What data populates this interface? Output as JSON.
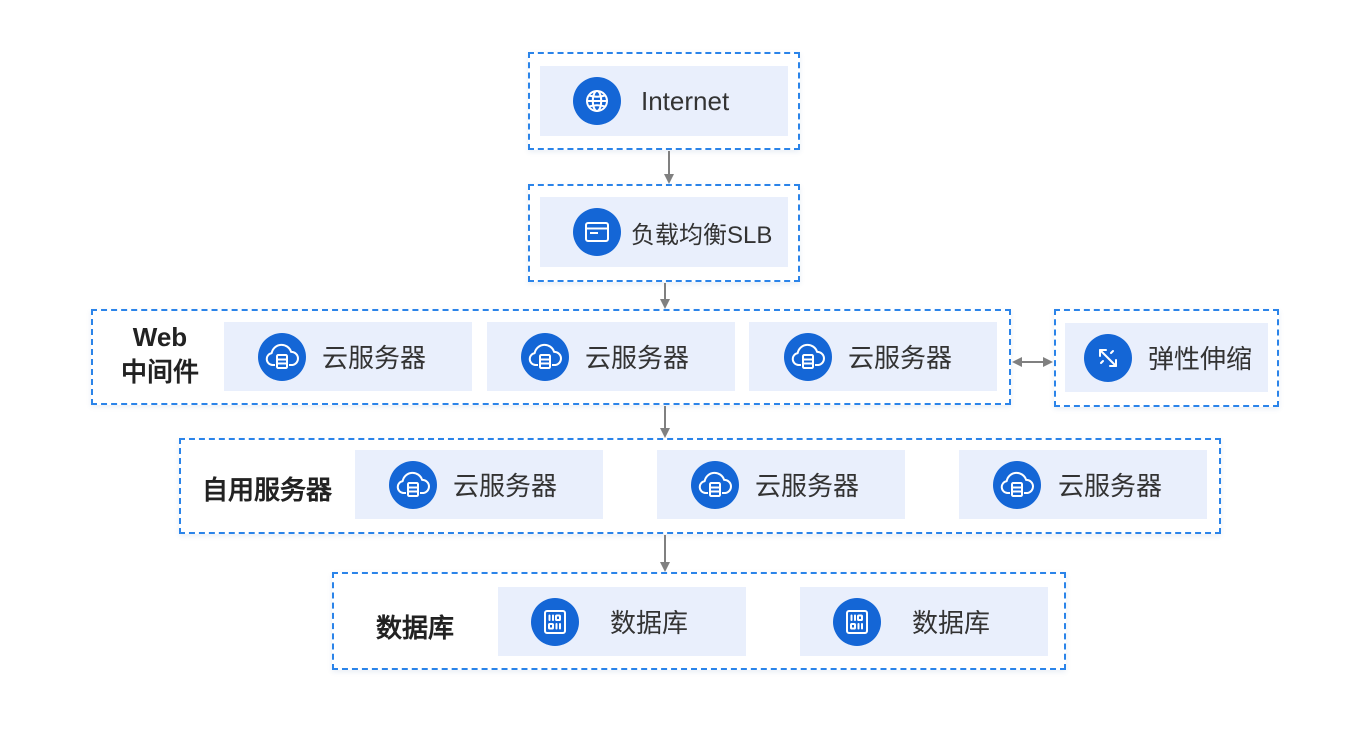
{
  "colors": {
    "accent": "#2b84e9",
    "icon_bg": "#1466d6",
    "card_bg": "#e9effc",
    "arrow": "#808080",
    "text": "#333333"
  },
  "internet": {
    "icon": "globe-icon",
    "label": "Internet"
  },
  "slb": {
    "icon": "browser-window-icon",
    "label": "负载均衡SLB"
  },
  "web_middleware": {
    "title_line1": "Web",
    "title_line2": "中间件",
    "servers": [
      {
        "icon": "cloud-server-icon",
        "label": "云服务器"
      },
      {
        "icon": "cloud-server-icon",
        "label": "云服务器"
      },
      {
        "icon": "cloud-server-icon",
        "label": "云服务器"
      }
    ]
  },
  "elastic": {
    "icon": "expand-arrows-icon",
    "label": "弹性伸缩"
  },
  "self_servers": {
    "title": "自用服务器",
    "servers": [
      {
        "icon": "cloud-server-icon",
        "label": "云服务器"
      },
      {
        "icon": "cloud-server-icon",
        "label": "云服务器"
      },
      {
        "icon": "cloud-server-icon",
        "label": "云服务器"
      }
    ]
  },
  "database": {
    "title": "数据库",
    "items": [
      {
        "icon": "database-icon",
        "label": "数据库"
      },
      {
        "icon": "database-icon",
        "label": "数据库"
      }
    ]
  }
}
